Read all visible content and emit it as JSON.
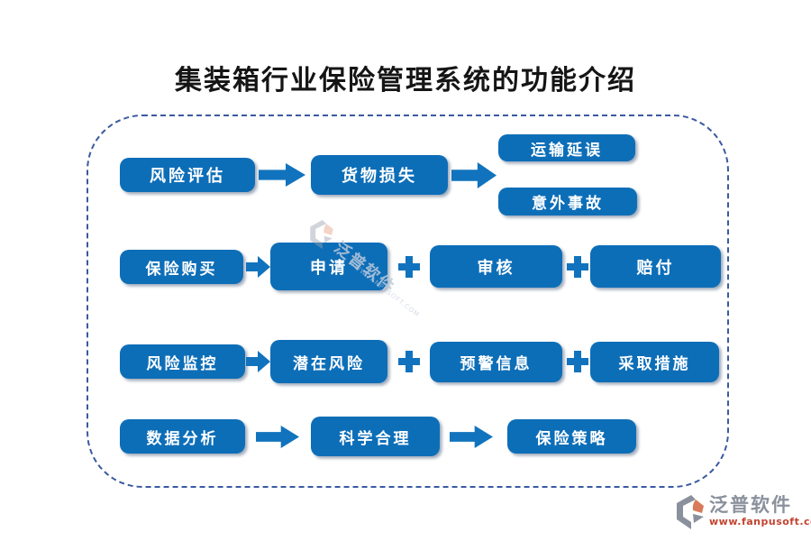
{
  "title": "集装箱行业保险管理系统的功能介绍",
  "rows": [
    {
      "name": "risk-assessment-flow",
      "nodes": [
        "风险评估",
        "货物损失",
        "运输延误",
        "意外事故"
      ]
    },
    {
      "name": "insurance-purchase-flow",
      "nodes": [
        "保险购买",
        "申请",
        "审核",
        "赔付"
      ]
    },
    {
      "name": "risk-monitoring-flow",
      "nodes": [
        "风险监控",
        "潜在风险",
        "预警信息",
        "采取措施"
      ]
    },
    {
      "name": "data-analysis-flow",
      "nodes": [
        "数据分析",
        "科学合理",
        "保险策略"
      ]
    }
  ],
  "watermark": {
    "text": "泛普软件",
    "subtext": "WWW.FANPUSOFT.COM"
  },
  "brand": {
    "name": "泛普软件",
    "url": "www.fanpusoft.com"
  },
  "icons": {
    "connector_arrow": "arrow-right-icon",
    "connector_plus": "plus-icon",
    "brand_logo": "fanpu-logo-icon"
  },
  "colors": {
    "node_blue": "#0d6eb8",
    "connector_blue": "#1173bd",
    "dashed_border_blue": "#3a5aa0",
    "brand_gray": "#8a919c",
    "brand_red": "#c2432f",
    "title_black": "#151515"
  }
}
